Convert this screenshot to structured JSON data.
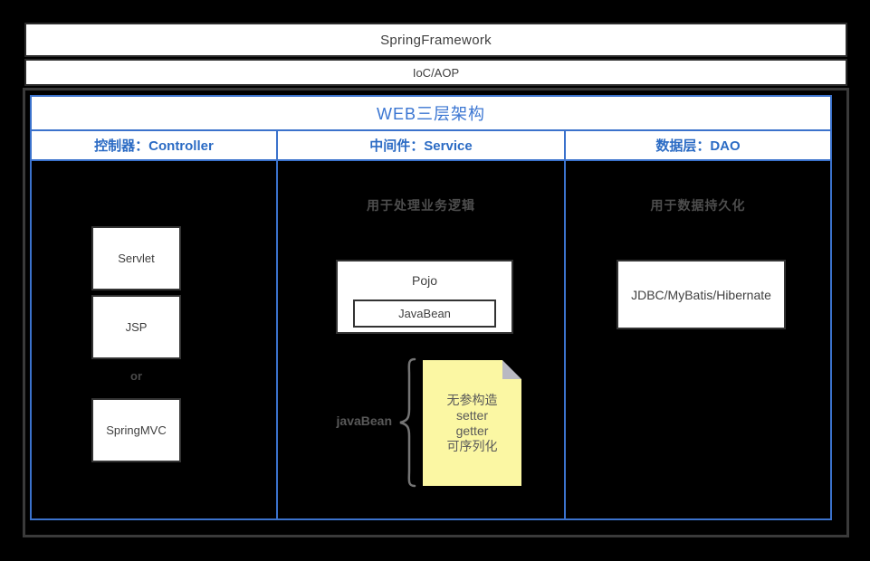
{
  "top_bars": {
    "framework": "SpringFramework",
    "ioc_aop": "IoC/AOP"
  },
  "web_table": {
    "title": "WEB三层架构",
    "columns": [
      {
        "header": "控制器：Controller"
      },
      {
        "header": "中间件：Service"
      },
      {
        "header": "数据层：DAO"
      }
    ],
    "controller": {
      "boxes": [
        "Servlet",
        "JSP",
        "SpringMVC"
      ],
      "or_label": "or"
    },
    "service": {
      "purpose": "用于处理业务逻辑",
      "pojo": "Pojo",
      "javabean": "JavaBean",
      "brace_label": "javaBean",
      "note_lines": [
        "无参构造",
        "setter",
        "getter",
        "可序列化"
      ]
    },
    "dao": {
      "purpose": "用于数据持久化",
      "box": "JDBC/MyBatis/Hibernate"
    }
  },
  "colors": {
    "canvas_black": "#000000",
    "accent_blue_border": "#3b72cc",
    "title_blue": "#3b76d2",
    "header_blue": "#2b6bc4",
    "shape_border": "#333333",
    "shape_text": "#404040",
    "dim_text": "#4d4d4d",
    "sticky_note_yellow": "#fbf7a3",
    "sticky_fold_gray": "#b9b9c2"
  }
}
